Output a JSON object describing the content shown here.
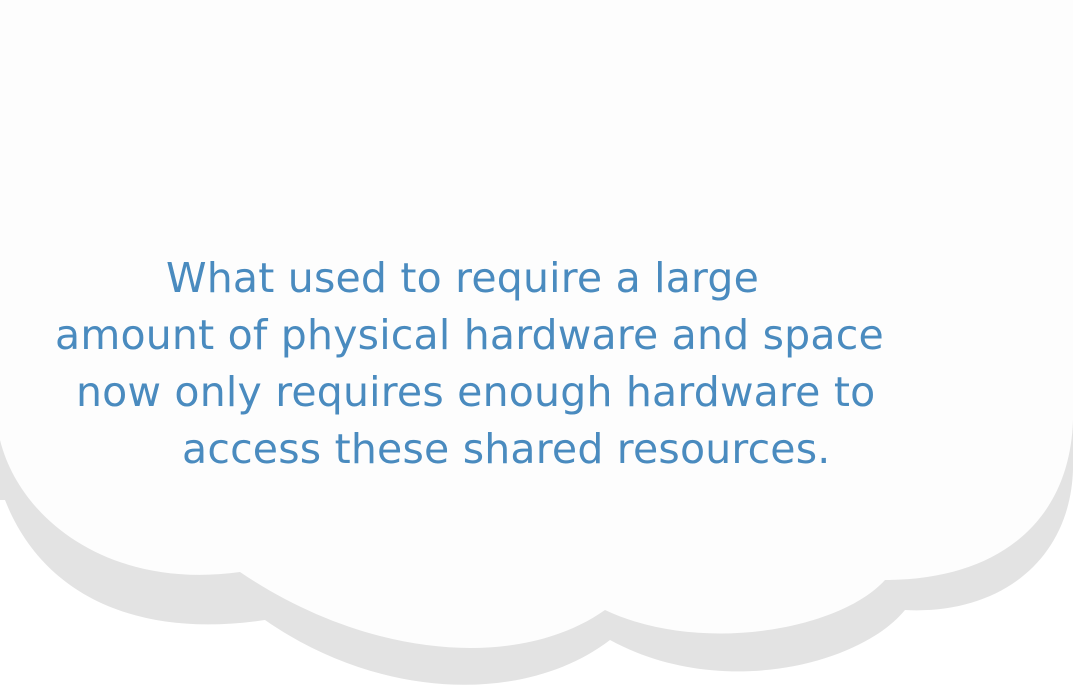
{
  "colors": {
    "text": "#4a8bbf",
    "cloud_fill": "#fdfdfd",
    "cloud_shadow": "#e3e3e3",
    "background": "#ffffff"
  },
  "quote": {
    "lines": [
      "What used to require a large",
      "amount of physical hardware and space",
      "now only requires enough hardware to",
      "access these shared resources."
    ]
  }
}
